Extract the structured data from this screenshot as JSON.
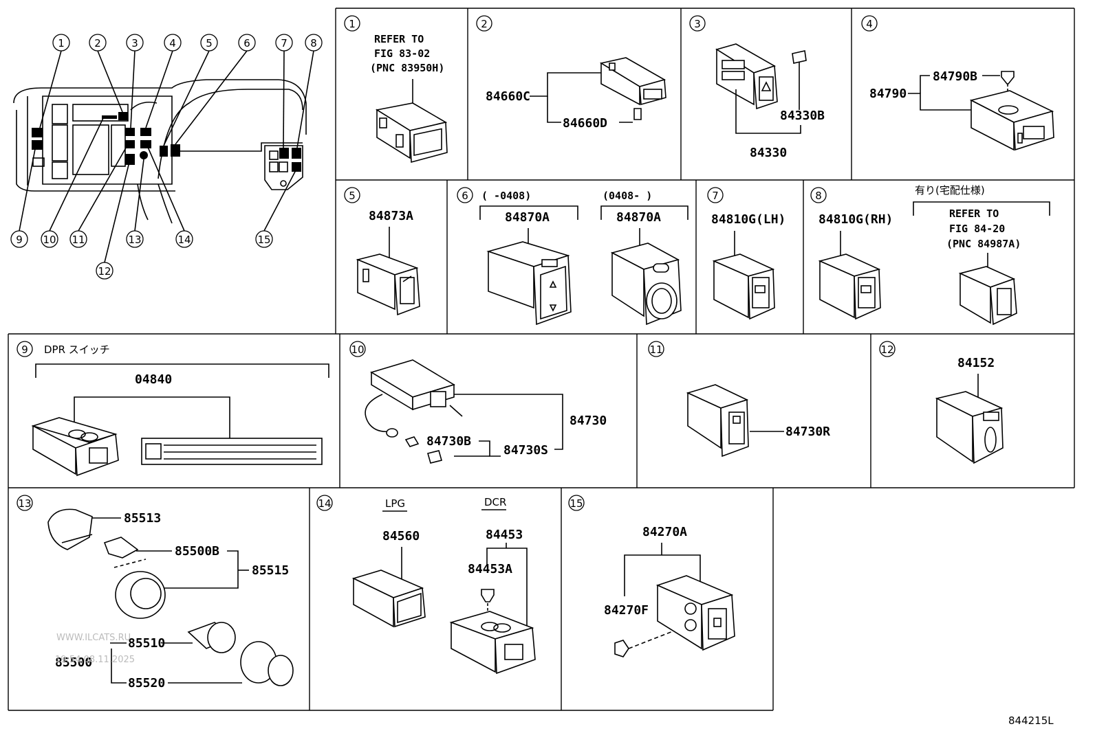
{
  "figure_code": "844215L",
  "watermark": {
    "line1": "WWW.ILCATS.RU",
    "line2": "19:54 08.11.2025"
  },
  "overview": {
    "callouts_top": [
      "1",
      "2",
      "3",
      "4",
      "5",
      "6",
      "7",
      "8"
    ],
    "callouts_bottom": [
      "9",
      "10",
      "11",
      "12",
      "13",
      "14",
      "15"
    ]
  },
  "panels": [
    {
      "num": "1",
      "lines": [
        "REFER TO",
        "FIG 83-02",
        "(PNC 83950H)"
      ]
    },
    {
      "num": "2",
      "parts": [
        "84660C",
        "84660D"
      ]
    },
    {
      "num": "3",
      "parts": [
        "84330B",
        "84330"
      ]
    },
    {
      "num": "4",
      "parts": [
        "84790B",
        "84790"
      ]
    },
    {
      "num": "5",
      "parts": [
        "84873A"
      ]
    },
    {
      "num": "6",
      "left_range": "(     -0408)",
      "right_range": "(0408-     )",
      "parts": [
        "84870A",
        "84870A"
      ]
    },
    {
      "num": "7",
      "parts": [
        "84810G(LH)"
      ]
    },
    {
      "num": "8",
      "note": "有り(宅配仕様)",
      "parts": [
        "84810G(RH)"
      ],
      "lines": [
        "REFER TO",
        "FIG 84-20",
        "(PNC 84987A)"
      ]
    },
    {
      "num": "9",
      "label": "DPR スイッチ",
      "parts": [
        "04840"
      ]
    },
    {
      "num": "10",
      "parts": [
        "84730",
        "84730B",
        "84730S"
      ]
    },
    {
      "num": "11",
      "parts": [
        "84730R"
      ]
    },
    {
      "num": "12",
      "parts": [
        "84152"
      ]
    },
    {
      "num": "13",
      "parts": [
        "85513",
        "85500B",
        "85515",
        "85510",
        "85500",
        "85520"
      ]
    },
    {
      "num": "14",
      "labels": [
        "LPG",
        "DCR"
      ],
      "parts": [
        "84560",
        "84453",
        "84453A"
      ]
    },
    {
      "num": "15",
      "parts": [
        "84270A",
        "84270F"
      ]
    }
  ]
}
